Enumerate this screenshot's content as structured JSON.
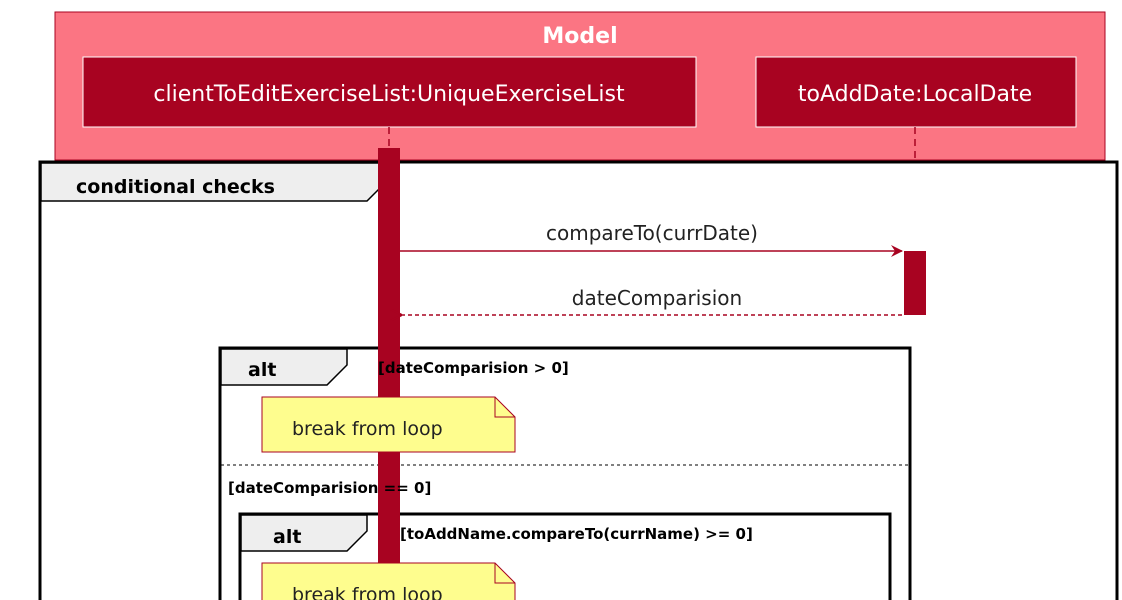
{
  "model_box": {
    "title": "Model"
  },
  "participants": [
    {
      "label": "clientToEditExerciseList:UniqueExerciseList"
    },
    {
      "label": "toAddDate:LocalDate"
    }
  ],
  "fragments": {
    "group": {
      "label": "conditional checks"
    },
    "outer_alt": {
      "keyword": "alt",
      "guard": "[dateComparision > 0]",
      "else_guard": "[dateComparision == 0]"
    },
    "inner_alt": {
      "keyword": "alt",
      "guard": "[toAddName.compareTo(currName) >= 0]"
    }
  },
  "messages": [
    {
      "label": "compareTo(currDate)",
      "kind": "call"
    },
    {
      "label": "dateComparision",
      "kind": "return"
    }
  ],
  "notes": [
    {
      "text": "break from loop"
    },
    {
      "text": "break from loop"
    }
  ],
  "colors": {
    "box_fill": "#fb7583",
    "participant_fill": "#a80321",
    "activation": "#a80321",
    "arrow": "#a80321",
    "note_fill": "#fefd8e",
    "note_border": "#a80321",
    "frame_tab_fill": "#eeeeee"
  }
}
